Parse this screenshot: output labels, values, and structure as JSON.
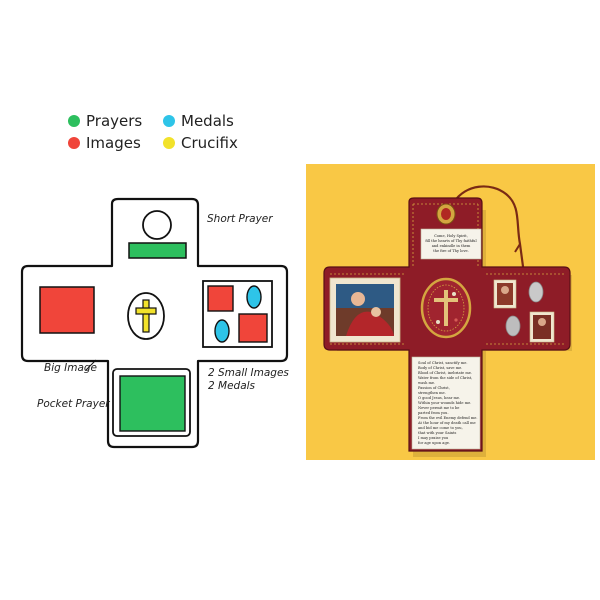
{
  "legend": {
    "items": [
      {
        "label": "Prayers",
        "color": "#2dbf5e"
      },
      {
        "label": "Images",
        "color": "#f0453a"
      },
      {
        "label": "Medals",
        "color": "#2ec4e8"
      },
      {
        "label": "Crucifix",
        "color": "#f2e22b"
      }
    ]
  },
  "diagram": {
    "short_prayer": "Short Prayer",
    "big_image": "Big Image",
    "pocket_prayer": "Pocket Prayer",
    "small_images_line1": "2 Small Images",
    "small_images_line2": "2 Medals"
  },
  "photo": {
    "background_color": "#f9c845",
    "fabric_color": "#8e1c27",
    "top_prayer_lines": [
      "Come, Holy Spirit,",
      "fill the hearts of Thy faithful",
      "and enkindle in them",
      "the fire of Thy love."
    ],
    "bottom_prayer_lines": [
      "Soul of Christ, sanctify me.",
      "Body of Christ, save me.",
      "Blood of Christ, inebriate me.",
      "Water from the side of Christ,",
      "wash me.",
      "Passion of Christ,",
      "strengthen me.",
      "O good Jesus, hear me.",
      "Within your wounds hide me.",
      "Never permit me to be",
      "parted from you.",
      "From the evil Enemy defend me.",
      "At the hour of my death call me",
      "and bid me come to you,",
      "that with your Saints",
      "I may praise you",
      "for age upon age."
    ]
  }
}
